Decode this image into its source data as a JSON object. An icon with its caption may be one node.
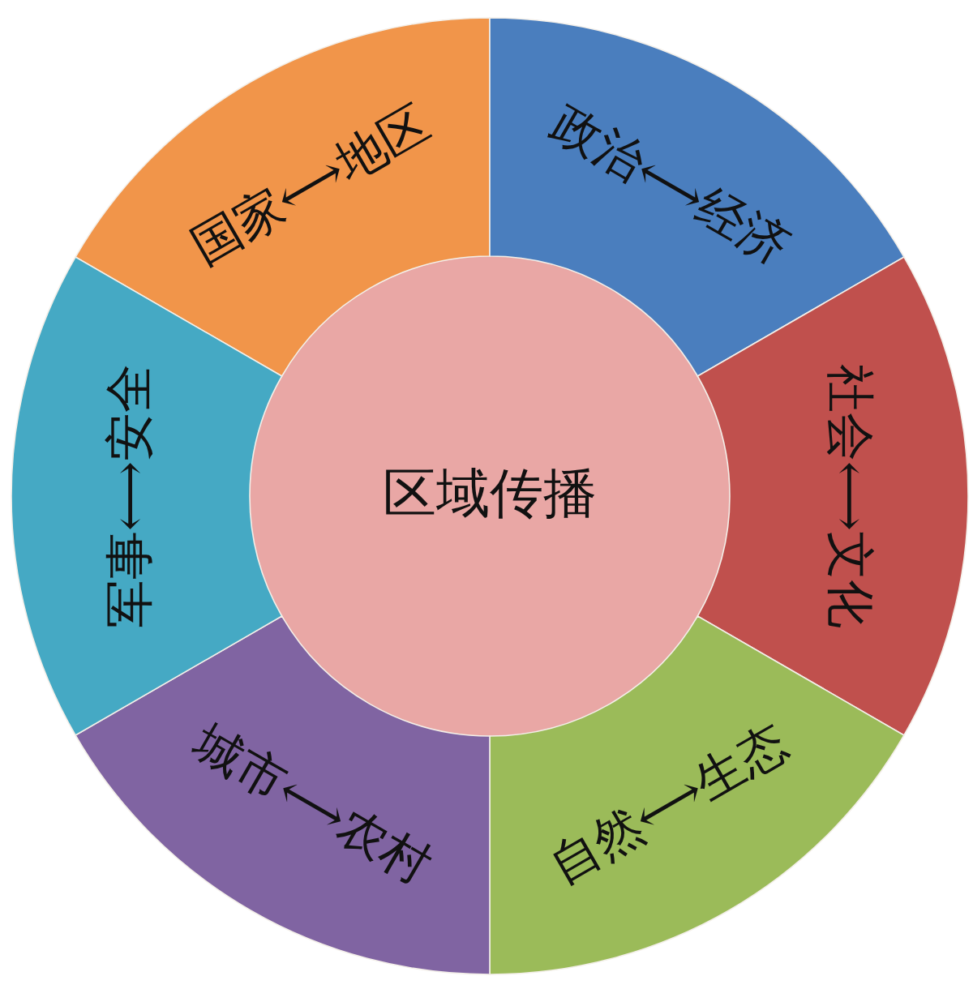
{
  "diagram": {
    "nodes": [
      {
        "text": [
          "区域传播"
        ]
      },
      {
        "text": [
          "国家⟷地区"
        ]
      },
      {
        "text": [
          "政治⟷经济"
        ]
      },
      {
        "text": [
          "社会⟷文化"
        ]
      },
      {
        "text": [
          "自然⟷生态"
        ]
      },
      {
        "text": [
          "城市⟷农村"
        ]
      },
      {
        "text": [
          "军事⟷安全"
        ]
      }
    ]
  }
}
